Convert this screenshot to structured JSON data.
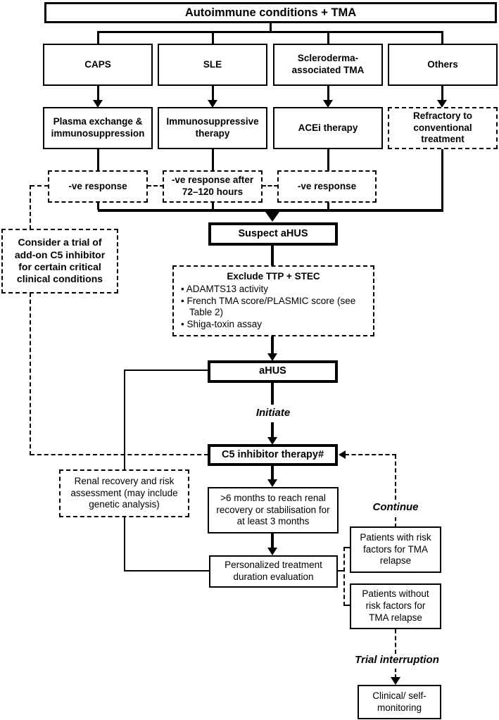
{
  "flowchart": {
    "title": "Autoimmune conditions + TMA",
    "conditions": {
      "caps": "CAPS",
      "sle": "SLE",
      "scleroderma": "Scleroderma-associated TMA",
      "others": "Others"
    },
    "therapies": {
      "plasma": "Plasma exchange & immunosuppression",
      "immuno": "Immunosuppressive therapy",
      "acei": "ACEi therapy",
      "refractory": "Refractory to conventional treatment"
    },
    "responses": {
      "r1": "-ve response",
      "r2": "-ve response after 72–120 hours",
      "r3": "-ve response"
    },
    "consider": "Consider a trial of add-on C5 inhibitor for certain critical clinical conditions",
    "suspect": "Suspect aHUS",
    "exclude": {
      "heading": "Exclude TTP + STEC",
      "bullets": [
        "ADAMTS13 activity",
        "French TMA score/PLASMIC score (see Table 2)",
        "Shiga-toxin assay"
      ]
    },
    "ahus": "aHUS",
    "c5": "C5 inhibitor therapy#",
    "renal": "Renal recovery and risk assessment (may include genetic analysis)",
    "months6": ">6 months to reach renal recovery or stabilisation for at least 3 months",
    "personalized": "Personalized treatment duration evaluation",
    "patients_with": "Patients with risk factors for TMA relapse",
    "patients_without": "Patients without risk factors for TMA relapse",
    "clinical": "Clinical/ self-monitoring",
    "edge_labels": {
      "initiate": "Initiate",
      "continue": "Continue",
      "trial_interruption": "Trial interruption"
    },
    "colors": {
      "ink": "#000000",
      "background": "#ffffff"
    }
  }
}
